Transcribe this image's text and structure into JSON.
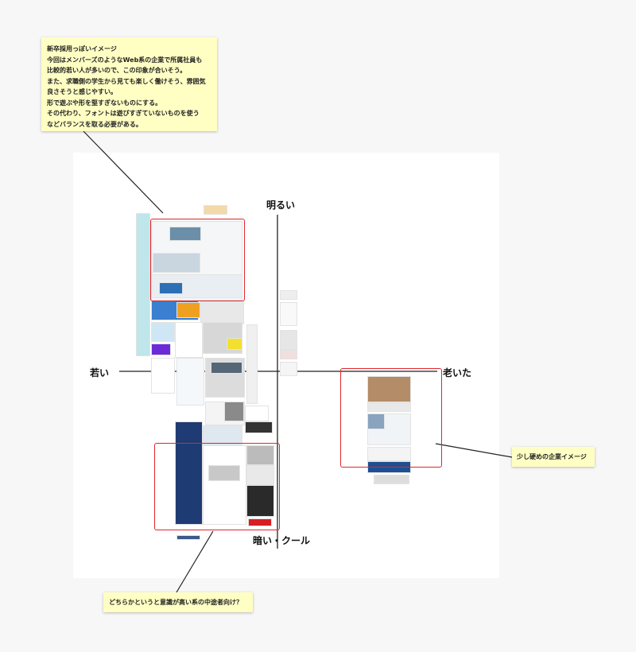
{
  "axes": {
    "top": "明るい",
    "bottom": "暗い・クール",
    "left": "若い",
    "right": "老いた"
  },
  "notes": {
    "top_left": [
      "新卒採用っぽいイメージ",
      "今回はメンバーズのようなWeb系の企業で所属社員も",
      "比較的若い人が多いので、この印象が合いそう。",
      "また、求職側の学生から見ても楽しく働けそう、雰囲気",
      "良さそうと感じやすい。",
      "形で遊ぶや形を堅すぎないものにする。",
      "その代わり、フォントは遊びすぎていないものを使う",
      "などバランスを取る必要がある。"
    ],
    "right": "少し硬めの企業イメージ",
    "bottom": "どちらかというと意識が高い系の中途者向け？"
  },
  "colors": {
    "highlight": "#e0262b",
    "sticky": "#ffffc4"
  }
}
